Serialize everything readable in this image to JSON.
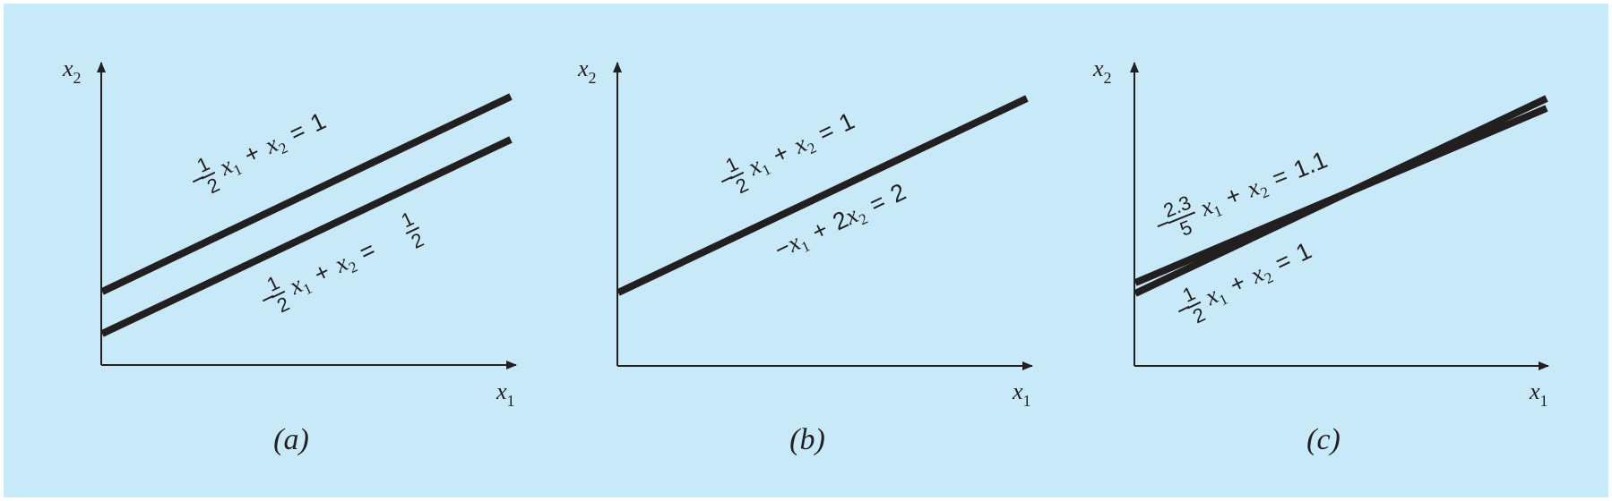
{
  "colors": {
    "background": "#c7e9f8",
    "ink": "#231f20"
  },
  "panels": [
    {
      "caption": "(a)",
      "axis": {
        "x_var": "x",
        "x_sub": "1",
        "y_var": "x",
        "y_sub": "2"
      },
      "eq1": {
        "coef_num": "1",
        "coef_den": "2",
        "rhs": "1"
      },
      "eq2": {
        "coef_num": "1",
        "coef_den": "2",
        "rhs_num": "1",
        "rhs_den": "2"
      }
    },
    {
      "caption": "(b)",
      "axis": {
        "x_var": "x",
        "x_sub": "1",
        "y_var": "x",
        "y_sub": "2"
      },
      "eq1": {
        "coef_num": "1",
        "coef_den": "2",
        "rhs": "1"
      },
      "eq2": {
        "x2_coef": "2",
        "rhs": "2"
      }
    },
    {
      "caption": "(c)",
      "axis": {
        "x_var": "x",
        "x_sub": "1",
        "y_var": "x",
        "y_sub": "2"
      },
      "eq1": {
        "coef_num": "2.3",
        "coef_den": "5",
        "rhs": "1.1"
      },
      "eq2": {
        "coef_num": "1",
        "coef_den": "2",
        "rhs": "1"
      }
    }
  ],
  "symbols": {
    "minus": "−",
    "plus": "+",
    "equals": "="
  }
}
